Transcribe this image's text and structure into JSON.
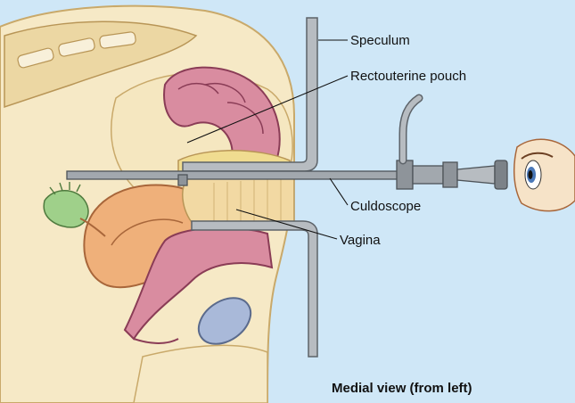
{
  "labels": {
    "speculum": "Speculum",
    "rectouterine_pouch": "Rectouterine pouch",
    "culdoscope": "Culdoscope",
    "vagina": "Vagina"
  },
  "caption": "Medial view (from left)",
  "colors": {
    "background": "#cfe7f7",
    "skin": "#f6e9c6",
    "soft_tissue": "#f2d9a3",
    "uterus": "#efb07a",
    "rectum": "#d98ca0",
    "bladder": "#a9b9d9",
    "instrument": "#9aa0a6",
    "ovary": "#9fd08a"
  }
}
